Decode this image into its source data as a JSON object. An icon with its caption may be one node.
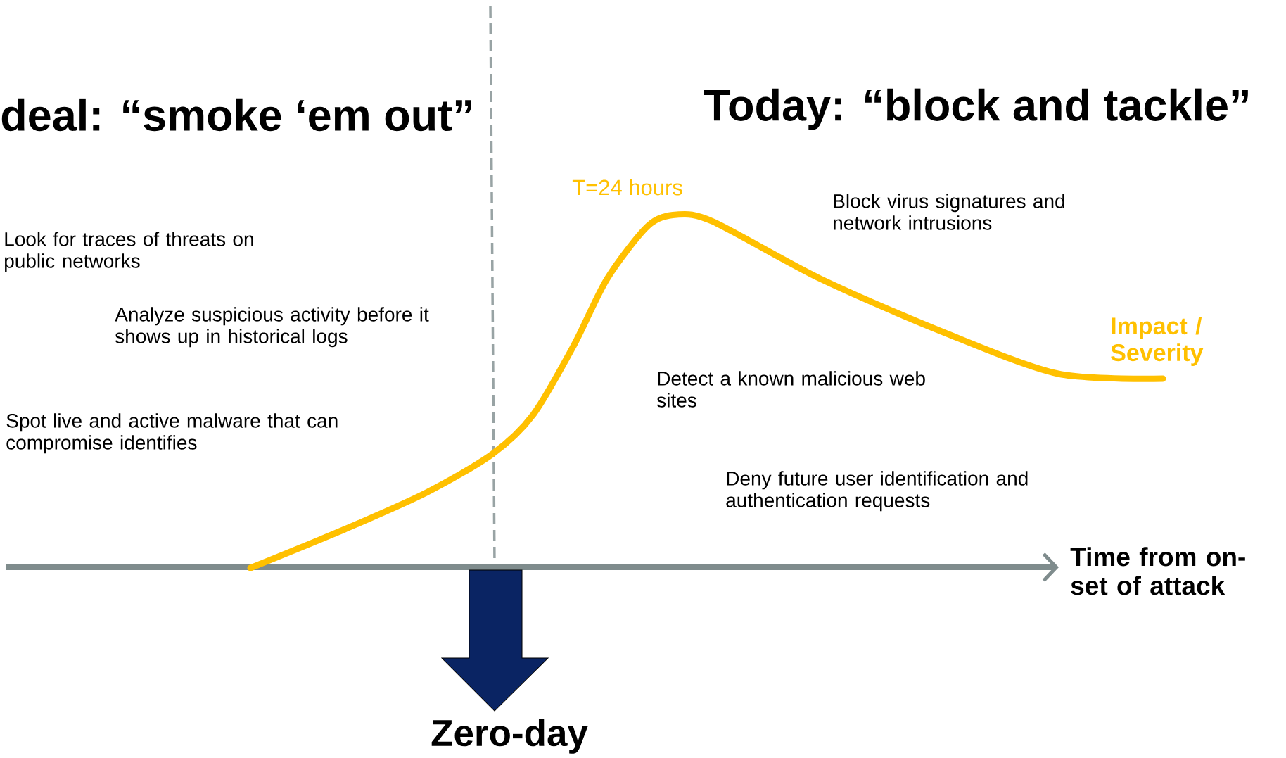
{
  "diagram": {
    "labels": [
      "deal: “smoke ‘em out”",
      "Today: “block and tackle”",
      "T=24 hours",
      "Block virus signatures and network intrusions",
      "Look for traces of threats on public networks",
      "Analyze suspicious activity before it shows up in historical logs",
      "Impact / Severity",
      "Detect a known malicious web sites",
      "Spot live and active malware that can compromise identifies",
      "Deny future user identification and authentication requests",
      "Time from on-set of attack",
      "Zero-day"
    ]
  }
}
